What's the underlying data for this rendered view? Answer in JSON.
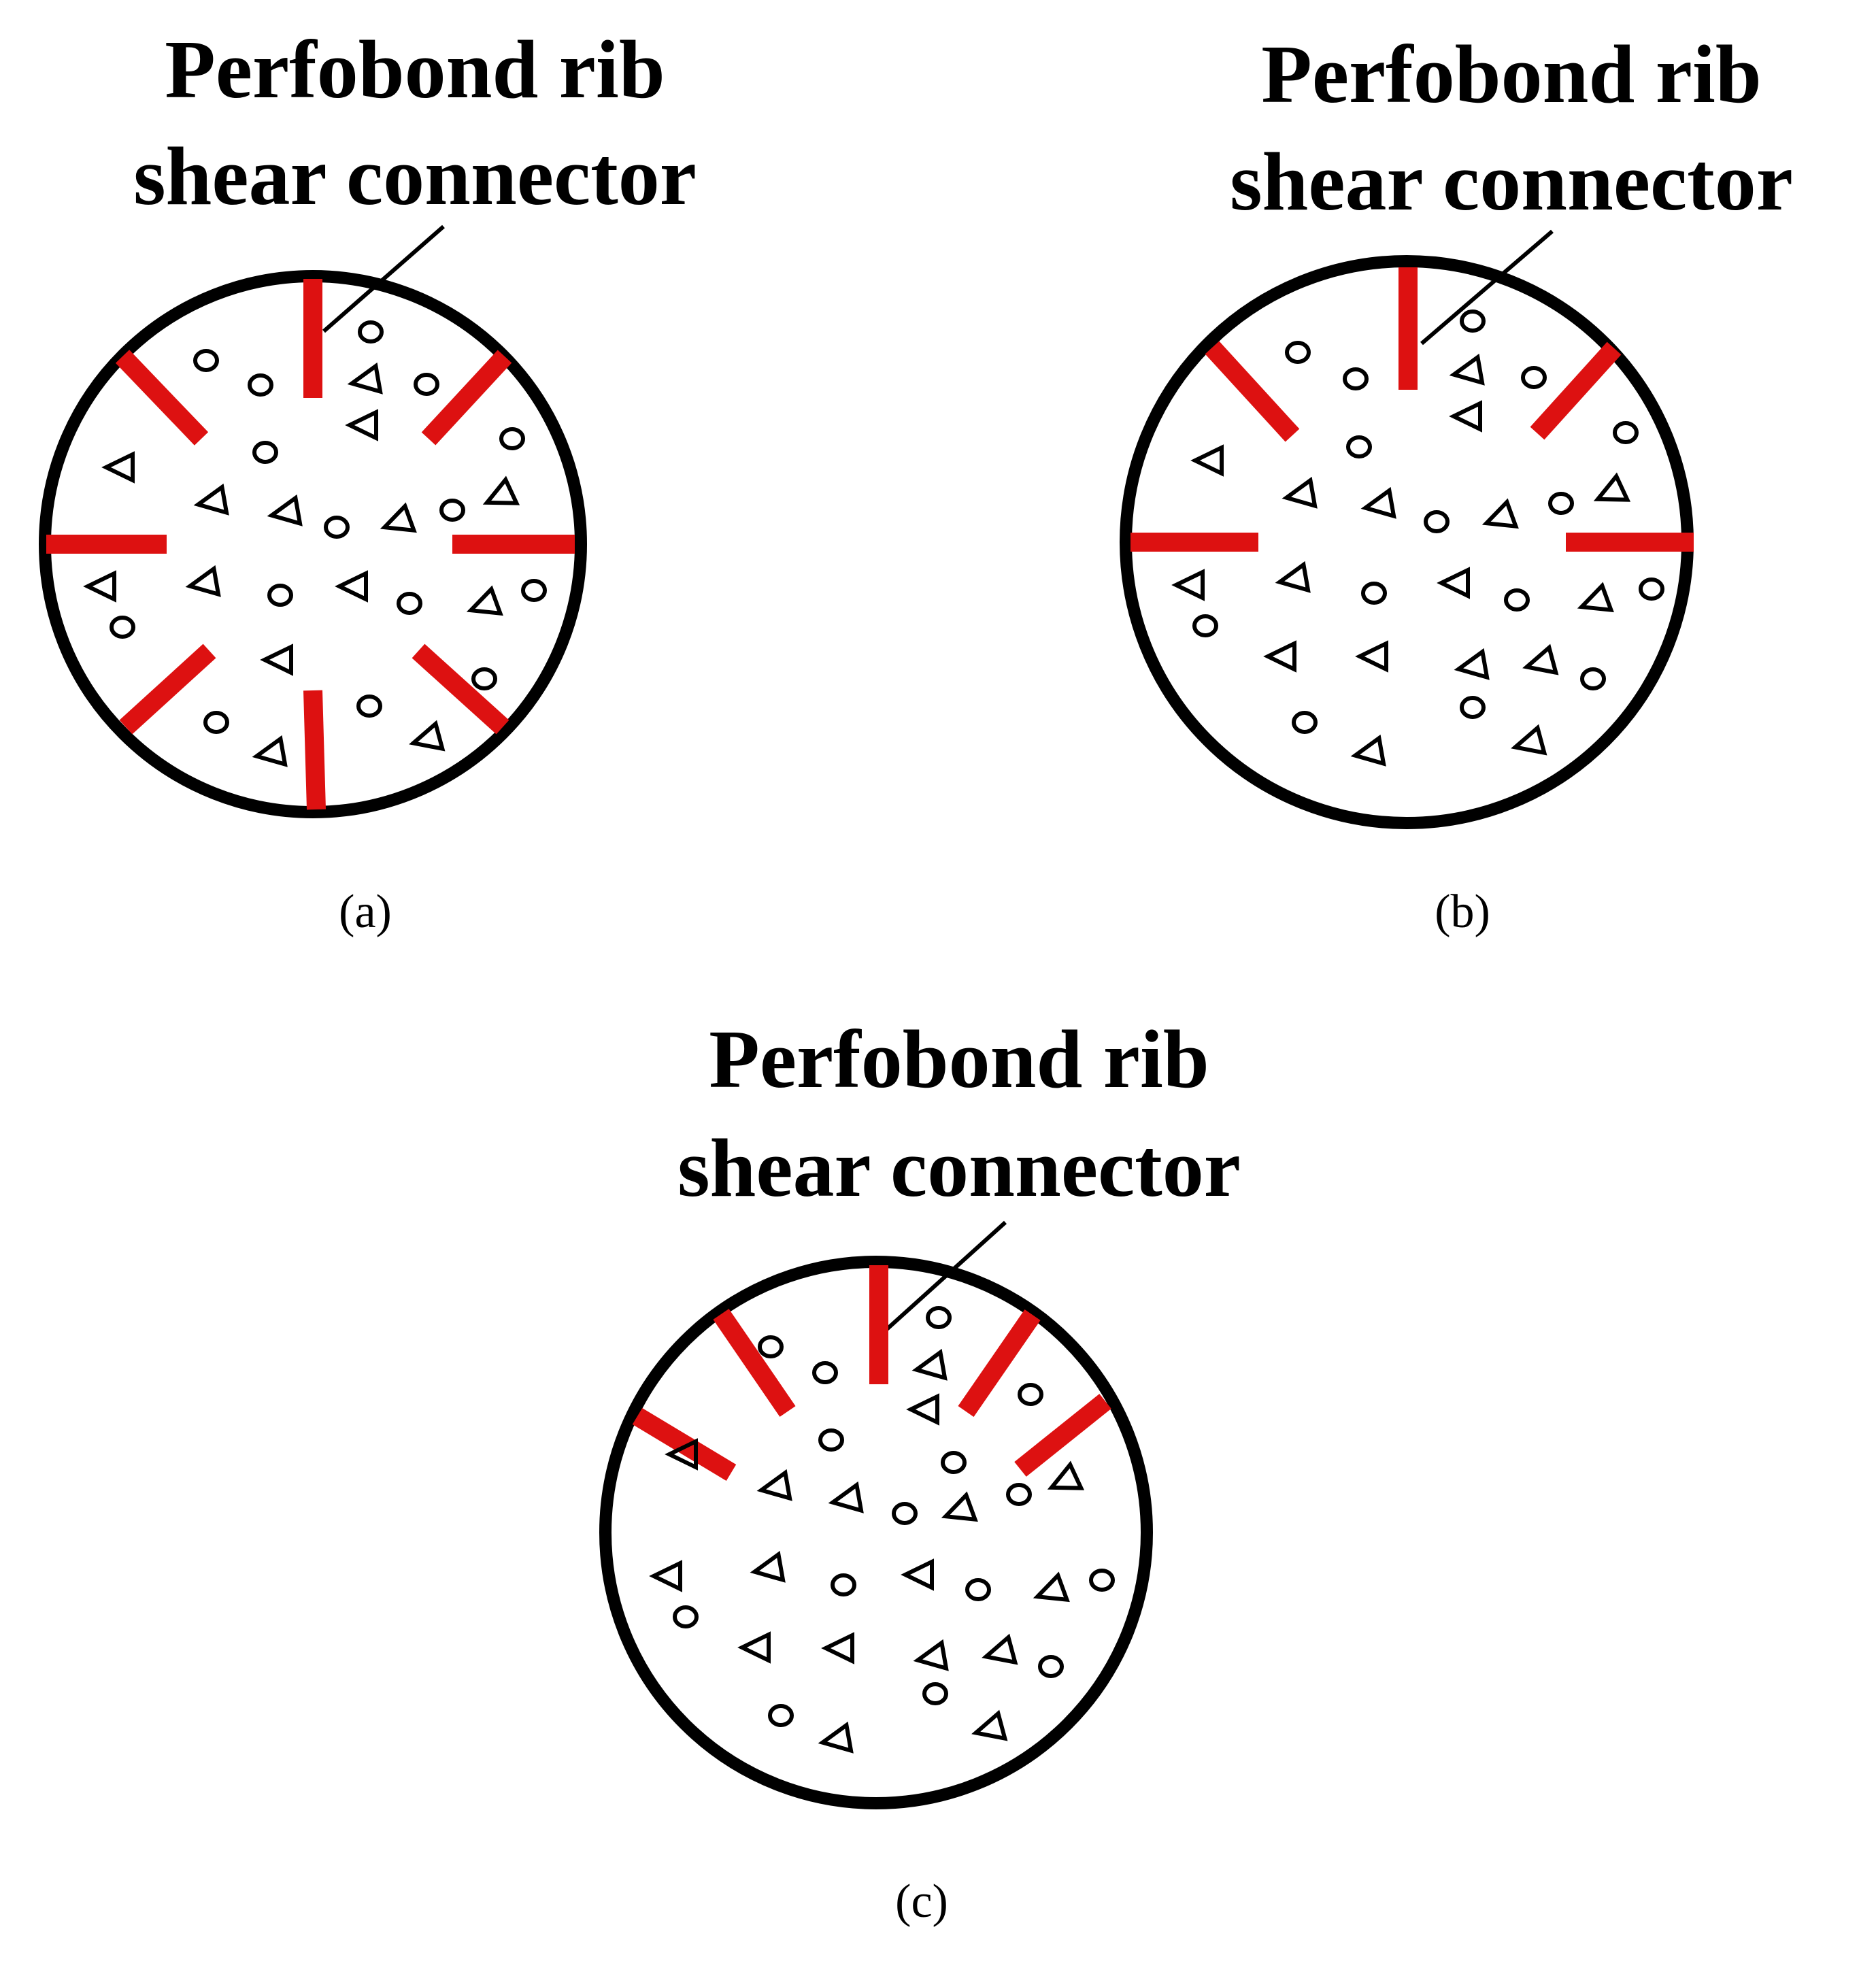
{
  "panels": [
    {
      "id": "a",
      "title_line1": "Perfobond rib",
      "title_line2": "shear connector",
      "caption": "(a)",
      "rib_count": 8,
      "rib_arrangement": "evenly spaced around the full circumference"
    },
    {
      "id": "b",
      "title_line1": "Perfobond rib",
      "title_line2": "shear connector",
      "caption": "(b)",
      "rib_count": 5,
      "rib_arrangement": "upper half only"
    },
    {
      "id": "c",
      "title_line1": "Perfobond rib",
      "title_line2": "shear connector",
      "caption": "(c)",
      "rib_count": 5,
      "rib_arrangement": "clustered at the top"
    }
  ],
  "colors": {
    "tube": "#000000",
    "rib": "#dd1111",
    "aggregate": "#000000",
    "background": "#ffffff"
  }
}
